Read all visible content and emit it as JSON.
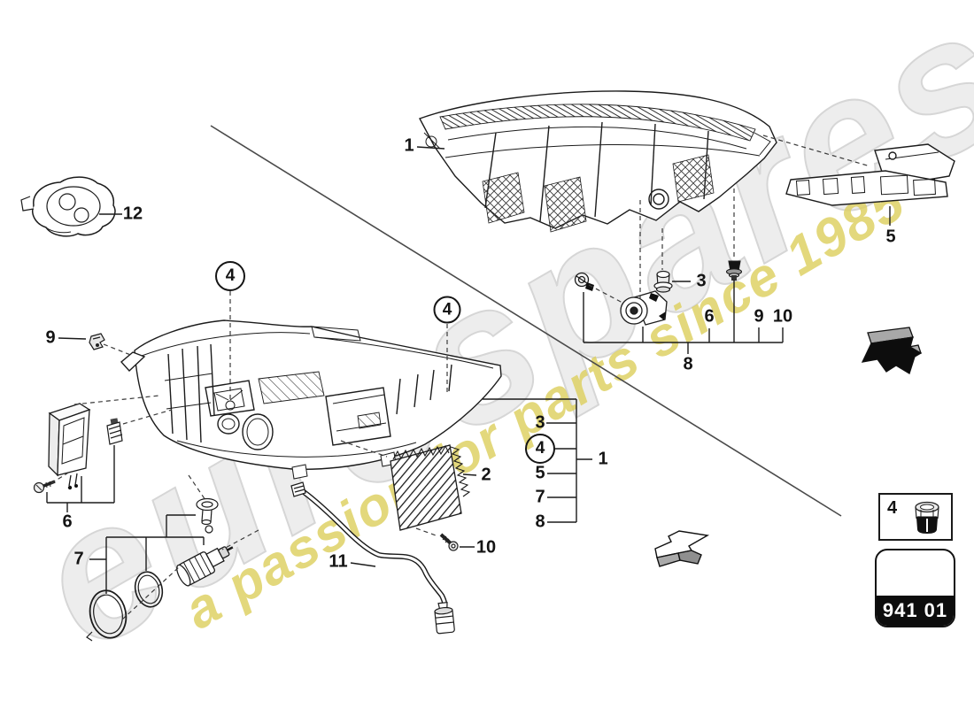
{
  "watermark": {
    "brand": "eurospares",
    "tagline": "a passion for parts since 1985",
    "brand_color": "#ededed",
    "tagline_color": "#ddd05f"
  },
  "legend": {
    "number": "4",
    "code": "941 01"
  },
  "callouts": {
    "headlight_top": "1",
    "assembly_right": "1",
    "cover_cap": "12",
    "bracket5": "5",
    "bolt3": "3",
    "pos6_top": "6",
    "pos9_top": "9",
    "pos10_top": "10",
    "pos8_top": "8",
    "clip9_left": "9",
    "circled4_left": "4",
    "circled4_mid": "4",
    "stack3": "3",
    "stack4": "4",
    "stack5": "5",
    "stack7": "7",
    "stack8": "8",
    "module2": "2",
    "screw10": "10",
    "cable11": "11",
    "unit6": "6",
    "group7": "7"
  },
  "diagram_colors": {
    "line": "#1b1b1b",
    "dashed": "#3a3a3a",
    "arrow_fill": "#0d0d0d"
  }
}
